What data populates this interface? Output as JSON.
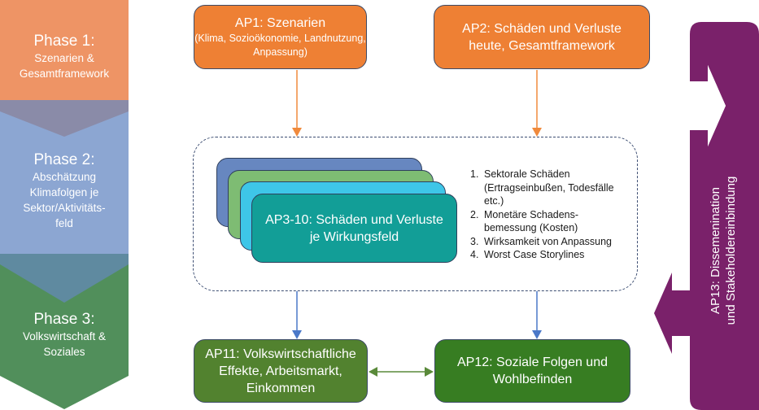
{
  "phases": [
    {
      "title": "Phase 1:",
      "subtitle_lines": [
        "Szenarien &",
        "Gesamtframework"
      ],
      "color": "#ee9465"
    },
    {
      "title": "Phase 2:",
      "subtitle_lines": [
        "Abschätzung",
        "Klimafolgen je",
        "Sektor/Aktivitäts-",
        "feld"
      ],
      "color": "#8ca6d2"
    },
    {
      "title": "Phase 3:",
      "subtitle_lines": [
        "Volkswirtschaft &",
        "Soziales"
      ],
      "color": "#518f5b"
    }
  ],
  "ap1": {
    "title": "AP1: Szenarien",
    "subtitle_lines": [
      "(Klima, Sozioökonomie, Landnutzung,",
      "Anpassung)"
    ],
    "color": "#ee8034"
  },
  "ap2": {
    "title_lines": [
      "AP2: Schäden und Verluste",
      "heute, Gesamtframework"
    ],
    "color": "#ee8034"
  },
  "ap3_10": {
    "title_lines": [
      "AP3-10: Schäden und Verluste",
      "je Wirkungsfeld"
    ],
    "stack_colors": [
      "#6787c0",
      "#7ebc73",
      "#3ec6e8",
      "#129e97"
    ]
  },
  "outputs": [
    {
      "num": "1.",
      "lines": [
        "Sektorale Schäden",
        "(Ertragseinbußen, Todesfälle",
        "etc.)"
      ]
    },
    {
      "num": "2.",
      "lines": [
        "Monetäre Schadens-",
        "bemessung (Kosten)"
      ]
    },
    {
      "num": "3.",
      "lines": [
        "Wirksamkeit von Anpassung"
      ]
    },
    {
      "num": "4.",
      "lines": [
        "Worst Case Storylines"
      ]
    }
  ],
  "ap11": {
    "title_lines": [
      "AP11: Volkswirtschaftliche",
      "Effekte, Arbeitsmarkt,",
      "Einkommen"
    ],
    "color": "#52822f"
  },
  "ap12": {
    "title_lines": [
      "AP12: Soziale Folgen und",
      "Wohlbefinden"
    ],
    "color": "#377d22"
  },
  "ap13": {
    "title_lines": [
      "AP13: Dissemenination",
      "und Stakeholdereinbindung"
    ],
    "color": "#7a216a"
  },
  "connector_colors": {
    "orange": "#f08a3c",
    "blue": "#4a78c8",
    "green": "#5a8a3a"
  }
}
